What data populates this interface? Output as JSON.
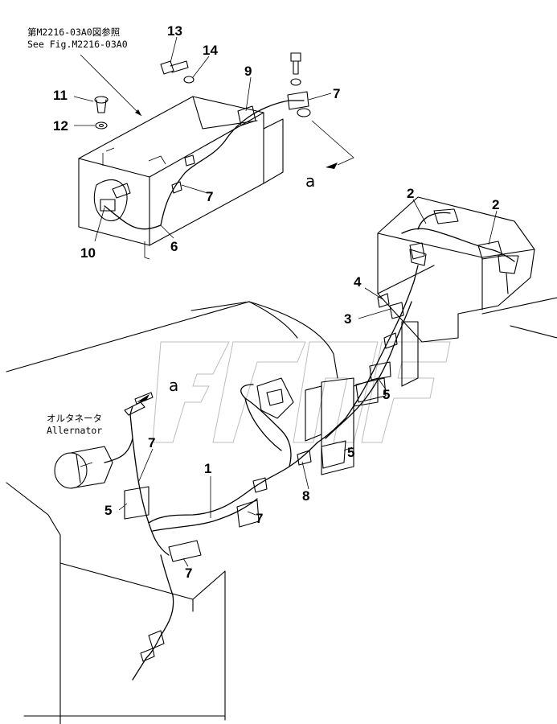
{
  "reference_note": {
    "line1": "第M2216-03A0図参照",
    "line2": "See Fig.M2216-03A0"
  },
  "alternator_label": {
    "jp": "オルタネータ",
    "en": "Allernator"
  },
  "section_marks": {
    "upper": "a",
    "lower": "a"
  },
  "callouts": {
    "c13": "13",
    "c14": "14",
    "c11": "11",
    "c12": "12",
    "c9": "9",
    "c7_top": "7",
    "c7_tank": "7",
    "c10": "10",
    "c6": "6",
    "c2_left": "2",
    "c2_right": "2",
    "c4": "4",
    "c3": "3",
    "c5_right_upper": "5",
    "c5_right_lower": "5",
    "c7_left_upper": "7",
    "c1": "1",
    "c8": "8",
    "c5_left": "5",
    "c7_mid": "7",
    "c7_bottom": "7"
  }
}
